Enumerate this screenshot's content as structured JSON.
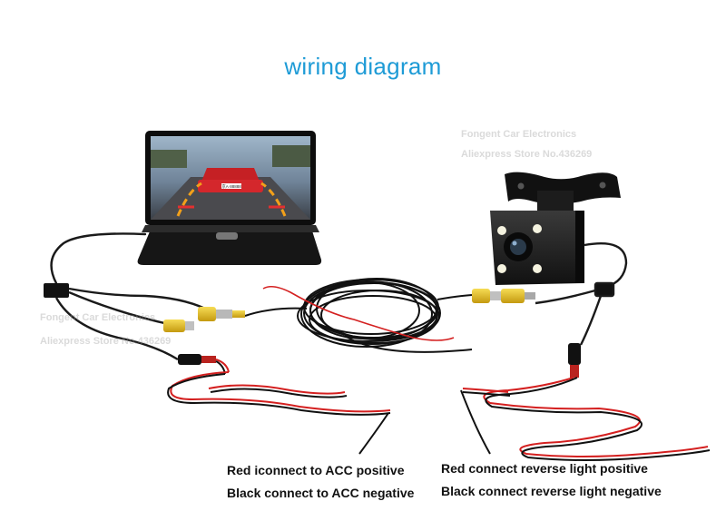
{
  "title": "wiring diagram",
  "watermarks": {
    "shop_name": "Fongent Car Electronics",
    "store_id": "Aliexpress Store No.436269"
  },
  "labels": {
    "acc_positive": "Red iconnect to ACC positive",
    "acc_negative": "Black connect to ACC negative",
    "reverse_positive": "Red connect reverse light positive",
    "reverse_negative": "Black connect reverse light negative"
  },
  "monitor_screen": {
    "car_plate": "京A·88888"
  },
  "colors": {
    "title": "#1e9bd6",
    "rca_plug": "#e8c21a",
    "red_wire": "#d42020",
    "black_wire": "#1a1a1a"
  }
}
